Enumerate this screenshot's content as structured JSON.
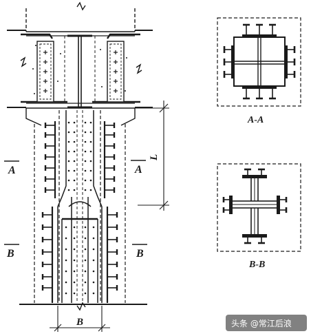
{
  "labels": {
    "section_a_left": "A",
    "section_a_right": "A",
    "section_b_left": "B",
    "section_b_right": "B",
    "dimension_l": "L",
    "dimension_b": "B",
    "caption_a": "A-A",
    "caption_b": "B-B"
  },
  "watermark": {
    "text": "头条 @常江后浪"
  },
  "colors": {
    "ink": "#1a1a1a",
    "paper": "#ffffff",
    "watermark_bg": "#6b6b6b"
  }
}
